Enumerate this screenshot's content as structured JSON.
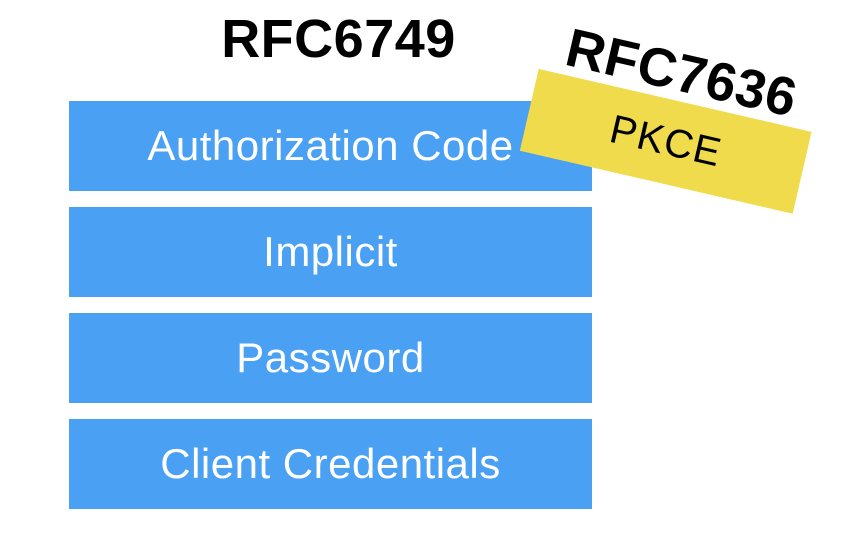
{
  "title": "RFC6749",
  "bars": [
    {
      "label": "Authorization Code"
    },
    {
      "label": "Implicit"
    },
    {
      "label": "Password"
    },
    {
      "label": "Client Credentials"
    }
  ],
  "sticker": {
    "title": "RFC7636",
    "label": "PKCE",
    "rotation_deg": 13
  },
  "colors": {
    "bar_blue": "#4AA0F2",
    "sticker_yellow": "#F0DB4D",
    "bar_text": "#FFFFFF",
    "title_text": "#000000",
    "background": "#FFFFFF"
  }
}
